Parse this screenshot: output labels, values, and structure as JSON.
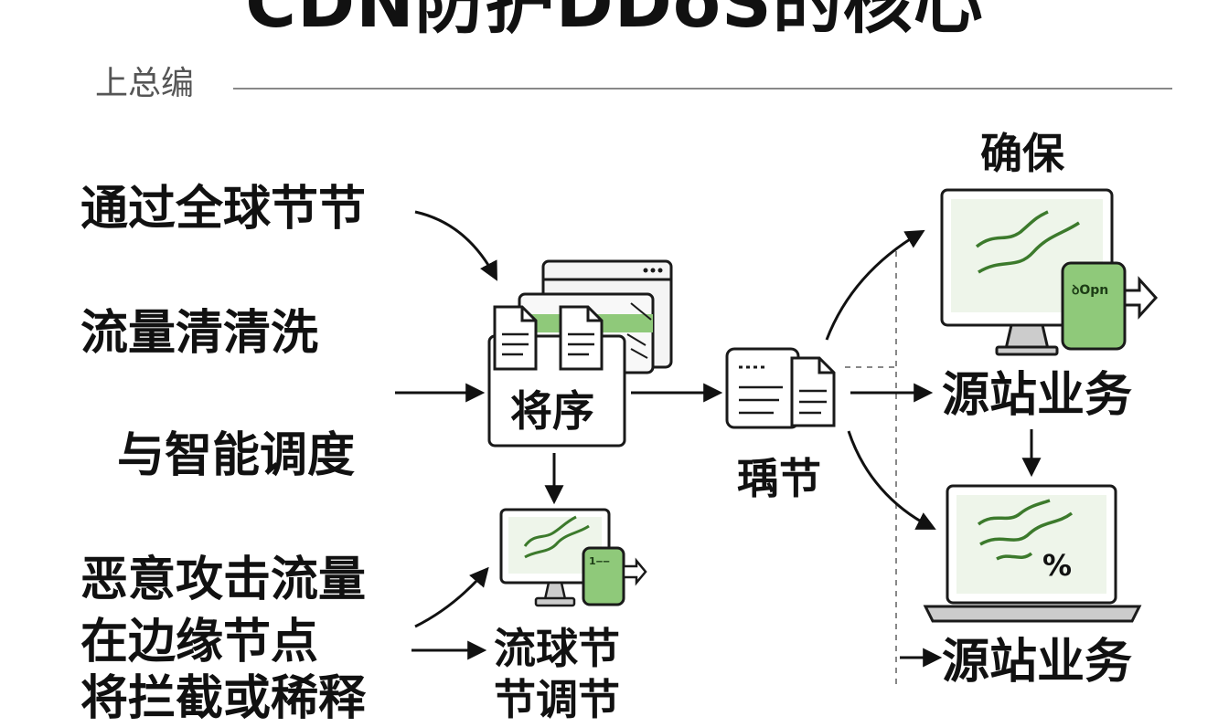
{
  "header": {
    "title": "CDN防护DDoS的核心",
    "subtitle": "上总编"
  },
  "left": {
    "line1": "通过全球节节",
    "line2": "流量清清洗",
    "line3": "与智能调度",
    "line4": "恶意攻击流量",
    "line5": "在边缘节点",
    "line6": "将拦截或稀释"
  },
  "center": {
    "box_label": "将序",
    "node_label": "瑀节",
    "bottom_label": "流球节",
    "bottom_label2": "节调节"
  },
  "right": {
    "top_label": "确保",
    "mid_label": "源站业务",
    "bottom_label": "源站业务",
    "monitor_tag": "ꝺOpn",
    "laptop_tag": "%",
    "small_tag": "1‒‒"
  },
  "colors": {
    "accent_green": "#8fc97a",
    "dark_green": "#3c7a2c",
    "stroke": "#1a1a1a",
    "screen": "#eef5ea"
  }
}
